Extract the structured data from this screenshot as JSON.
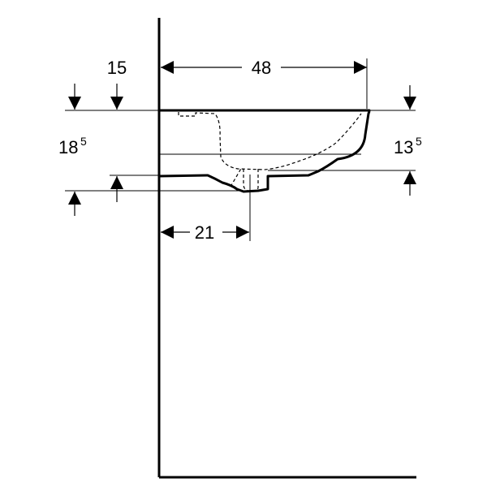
{
  "dimensions": {
    "depth_from_wall": "15",
    "width": "48",
    "height_total_main": "18",
    "height_total_sup": "5",
    "height_front_main": "13",
    "height_front_sup": "5",
    "drain_offset": "21"
  },
  "colors": {
    "line": "#000000",
    "background": "#ffffff"
  }
}
